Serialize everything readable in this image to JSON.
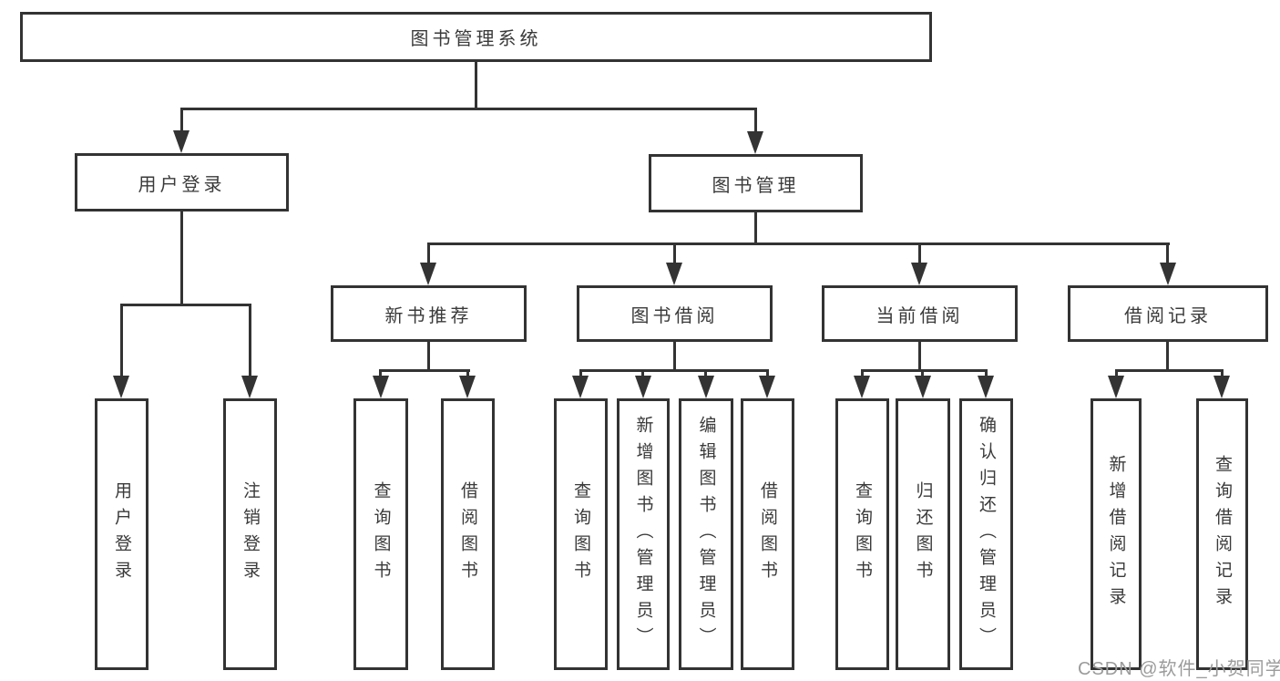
{
  "diagram_type": "hierarchy-tree",
  "tree": {
    "label": "图书管理系统",
    "children": [
      {
        "label": "用户登录",
        "children": [
          {
            "label": "用户登录"
          },
          {
            "label": "注销登录"
          }
        ]
      },
      {
        "label": "图书管理",
        "children": [
          {
            "label": "新书推荐",
            "children": [
              {
                "label": "查询图书"
              },
              {
                "label": "借阅图书"
              }
            ]
          },
          {
            "label": "图书借阅",
            "children": [
              {
                "label": "查询图书"
              },
              {
                "label": "新增图书（管理员）"
              },
              {
                "label": "编辑图书（管理员）"
              },
              {
                "label": "借阅图书"
              }
            ]
          },
          {
            "label": "当前借阅",
            "children": [
              {
                "label": "查询图书"
              },
              {
                "label": "归还图书"
              },
              {
                "label": "确认归还（管理员）"
              }
            ]
          },
          {
            "label": "借阅记录",
            "children": [
              {
                "label": "新增借阅记录"
              },
              {
                "label": "查询借阅记录"
              }
            ]
          }
        ]
      }
    ]
  },
  "watermark": {
    "text": "CSDN @软件_小贺同学"
  },
  "colors": {
    "line": "#333333",
    "box_border": "#333333",
    "box_fill": "#ffffff",
    "text": "#3a3a3a",
    "watermark": "#9b9b9b",
    "background": "#ffffff"
  }
}
